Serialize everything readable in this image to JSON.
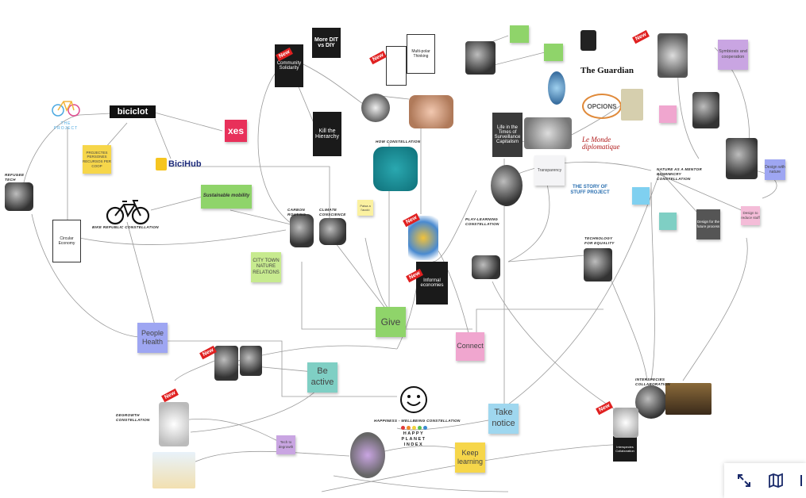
{
  "stickies": {
    "projectes": "PROJECTES PERSONES RECURSOS PER COOP",
    "sustainable": "Sustainable mobility",
    "city": "CITY TOWN NATURE RELATIONS",
    "people": "People Health",
    "give": "Give",
    "connect": "Connect",
    "be_active": "Be active",
    "take_notice": "Take notice",
    "keep_learning": "Keep learning",
    "tech_degrowth": "Tech to degrowth",
    "symbiosis": "Symbiosis and cooperation",
    "design_nature": "Design with nature",
    "design_reduce": "Design to reduce stuff",
    "design_future": "Design for the future process",
    "transparency": "Transparency",
    "paisa": "Paisa a l'acció",
    "more_diy": "More DIT vs DIY",
    "xes": "xes"
  },
  "labels": {
    "bike_republic": "BIKE REPUBLIC CONSTELLATION",
    "degrowth": "DEGROWTH CONSTELLATION",
    "happiness": "HAPPINESS - WELLBEING CONSTELLATION",
    "how": "HOW CONSTELLATION",
    "play": "PLAY-LEARNING CONSTELLATION",
    "nature_mentor": "NATURE AS A MENTOR BIOMIMICRY CONSTELLATION",
    "refugee": "REFUGEE TECH",
    "carbon": "CARBON ROUTING",
    "climate": "CLIMATE CONSCIENCE",
    "technology": "TECHNOLOGY FOR EQUALITY",
    "story_stuff": "THE STORY OF STUFF PROJECT",
    "interspecies": "INTERSPECIES COLLABORATION"
  },
  "books": {
    "community": "Community Solidarity",
    "kill": "Kill the Hierarchy",
    "living": "Life in the Times of Surveillance Capitalism",
    "circular": "Circular Economy",
    "informal": "Informal economies",
    "multipolar": "Multi-polar Thinking",
    "interspecies_book": "Interspecies Collaboration"
  },
  "logos": {
    "biciclot": "biciclot",
    "bicihub": "BiciHub",
    "guardian": "The Guardian",
    "opcions": "OPCIONS",
    "diplomatique": "Le Monde diplomatique",
    "the_project": "THE PROJECT",
    "story_of_stuff": "THE STORY OF STUFF PROJECT",
    "happy_planet": "HAPPY PLANET INDEX"
  },
  "new_badge": "New",
  "toolbar": {
    "fullscreen_icon": "expand-icon",
    "map_icon": "map-icon"
  },
  "colors": {
    "yellow": "#f6d64a",
    "green": "#8fd46a",
    "lightgreen": "#c7ea8f",
    "purple": "#9ea6f2",
    "pink": "#f0a6cf",
    "teal": "#7fcfc4",
    "blue": "#7fd0f0",
    "violet": "#c9a5e2",
    "red": "#e02020"
  }
}
